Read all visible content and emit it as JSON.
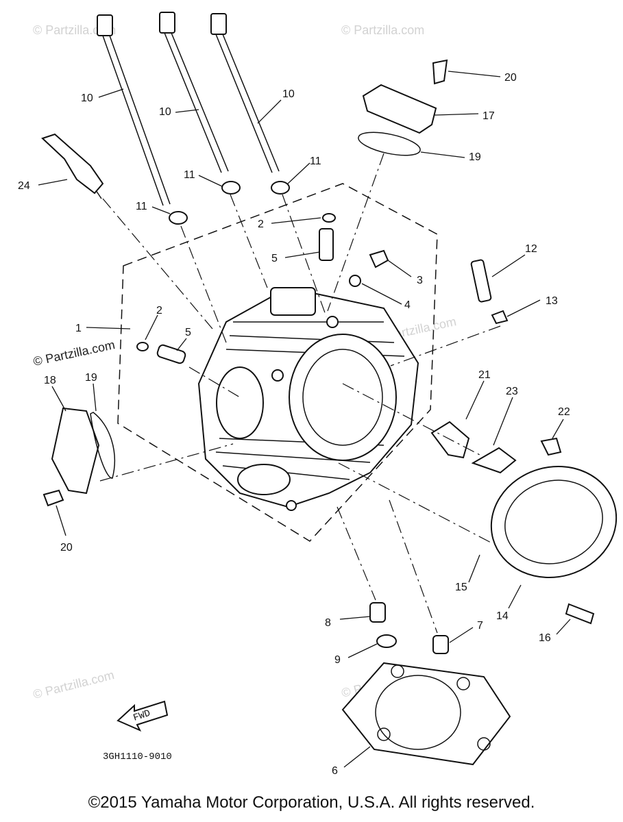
{
  "watermark": "© Partzilla.com",
  "drawing_code": "3GH1110-9010",
  "fwd_label": "FWD",
  "copyright": "©2015 Yamaha Motor Corporation, U.S.A. All rights reserved.",
  "callouts": {
    "c10a": "10",
    "c10b": "10",
    "c10c": "10",
    "c11a": "11",
    "c11b": "11",
    "c11c": "11",
    "c24": "24",
    "c2a": "2",
    "c2b": "2",
    "c5a": "5",
    "c5b": "5",
    "c1": "1",
    "c3": "3",
    "c4": "4",
    "c12": "12",
    "c13": "13",
    "c20a": "20",
    "c20b": "20",
    "c17": "17",
    "c19a": "19",
    "c19b": "19",
    "c18": "18",
    "c21": "21",
    "c23": "23",
    "c22": "22",
    "c15": "15",
    "c14": "14",
    "c16": "16",
    "c8": "8",
    "c9": "9",
    "c7": "7",
    "c6": "6"
  }
}
